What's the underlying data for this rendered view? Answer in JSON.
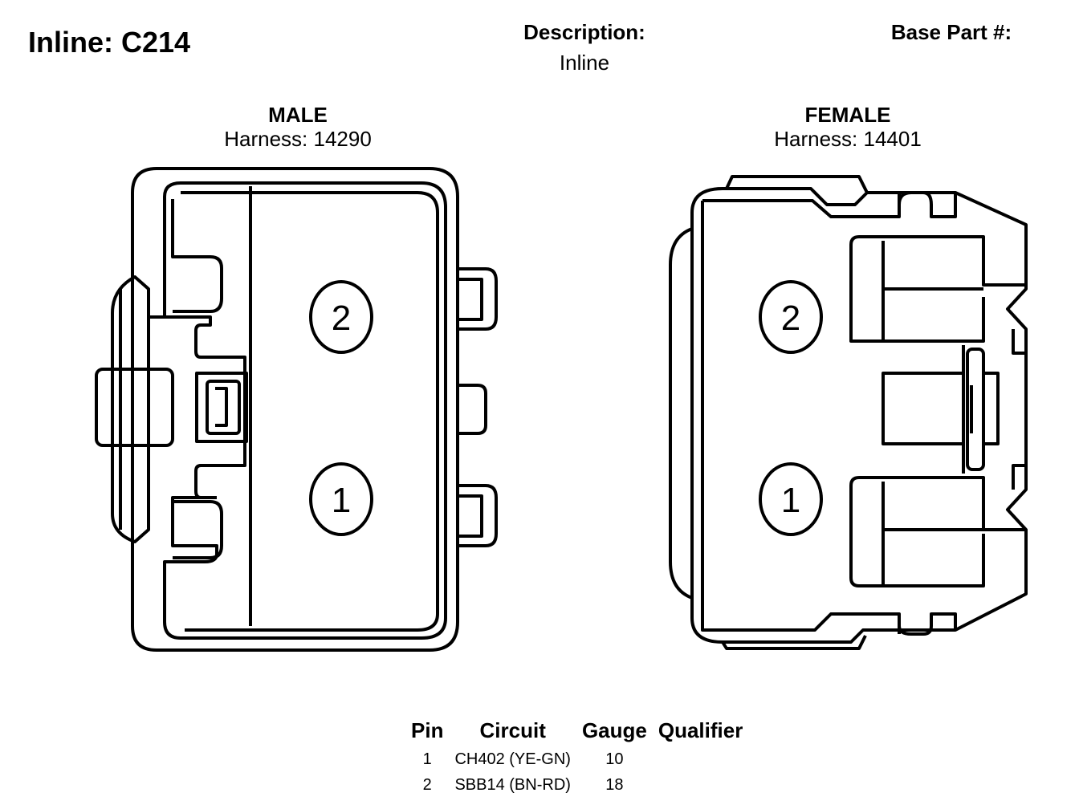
{
  "header": {
    "title": "Inline: C214",
    "description_label": "Description:",
    "description_value": "Inline",
    "base_part_label": "Base Part #:",
    "base_part_value": ""
  },
  "male": {
    "label": "MALE",
    "harness": "Harness: 14290",
    "pins": [
      "2",
      "1"
    ]
  },
  "female": {
    "label": "FEMALE",
    "harness": "Harness: 14401",
    "pins": [
      "2",
      "1"
    ]
  },
  "pin_table": {
    "headers": [
      "Pin",
      "Circuit",
      "Gauge",
      "Qualifier"
    ],
    "rows": [
      {
        "pin": "1",
        "circuit": "CH402 (YE-GN)",
        "gauge": "10",
        "qualifier": ""
      },
      {
        "pin": "2",
        "circuit": "SBB14 (BN-RD)",
        "gauge": "18",
        "qualifier": ""
      }
    ]
  }
}
